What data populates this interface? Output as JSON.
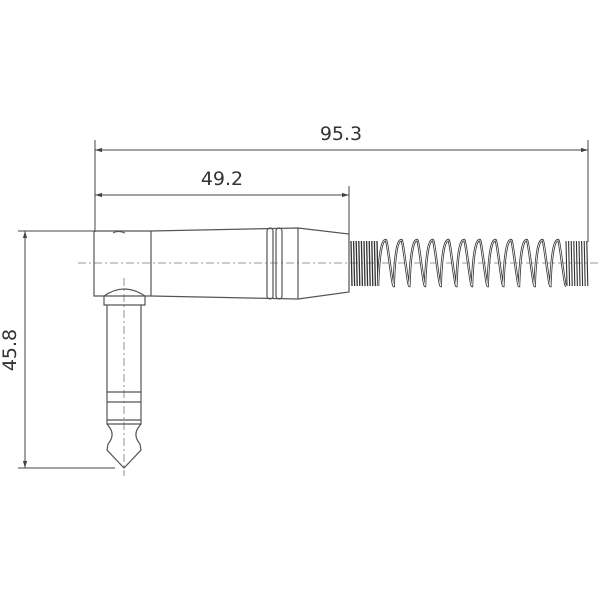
{
  "dimensions": {
    "overall_length": "95.3",
    "body_length": "49.2",
    "height": "45.8"
  },
  "colors": {
    "line": "#555555",
    "dim_line": "#444444"
  }
}
